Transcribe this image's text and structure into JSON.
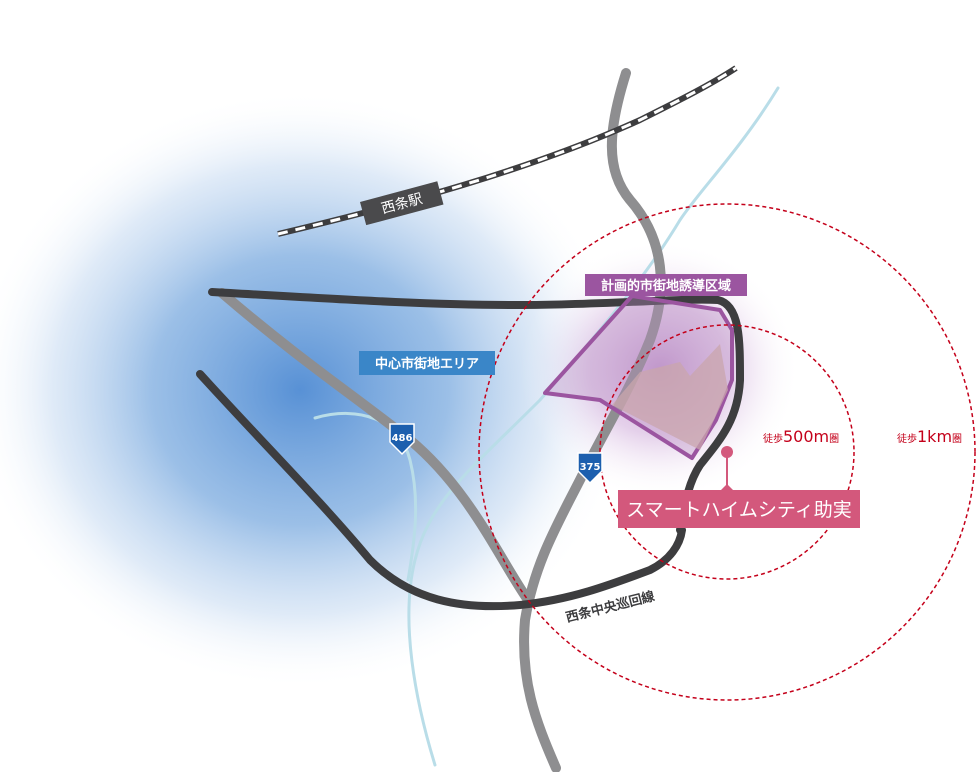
{
  "labels": {
    "station": "西条駅",
    "planned_area": "計画的市街地誘導区域",
    "central_area": "中心市街地エリア",
    "route_486": "486",
    "route_375": "375",
    "ring_road": "西条中央巡回線",
    "walk_500_prefix": "徒歩",
    "walk_500_value": "500m",
    "walk_500_suffix": "圏",
    "walk_1k_prefix": "徒歩",
    "walk_1k_value": "1km",
    "walk_1k_suffix": "圏",
    "site_name": "スマートハイムシティ助実"
  },
  "colors": {
    "road_dark": "#3d3d3f",
    "road_gray": "#8e8e90",
    "river": "#b9dde8",
    "planned_area": "#9b55a0",
    "circle": "#c4001a",
    "site": "#d3587c",
    "central_label_bg": "#3a86c8",
    "route_shield": "#1c5fae"
  }
}
